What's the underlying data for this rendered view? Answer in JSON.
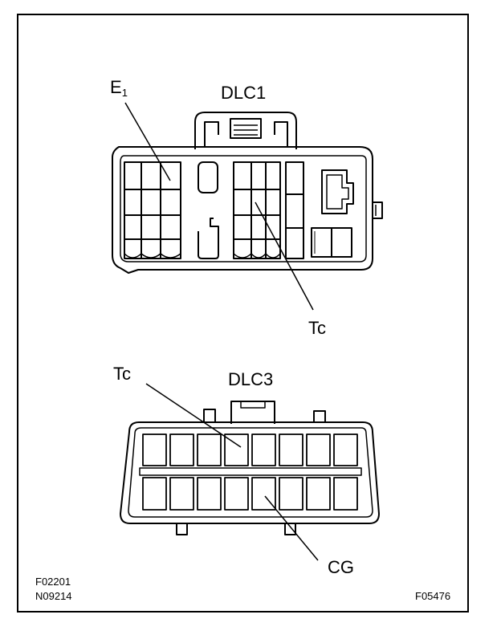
{
  "connectors": {
    "dlc1": {
      "title": "DLC1",
      "pin_e1_main": "E",
      "pin_e1_sub": "1",
      "pin_tc": "Tc"
    },
    "dlc3": {
      "title": "DLC3",
      "pin_tc": "Tc",
      "pin_cg": "CG"
    }
  },
  "figure_codes": {
    "left_line1": "F02201",
    "left_line2": "N09214",
    "right": "F05476"
  }
}
